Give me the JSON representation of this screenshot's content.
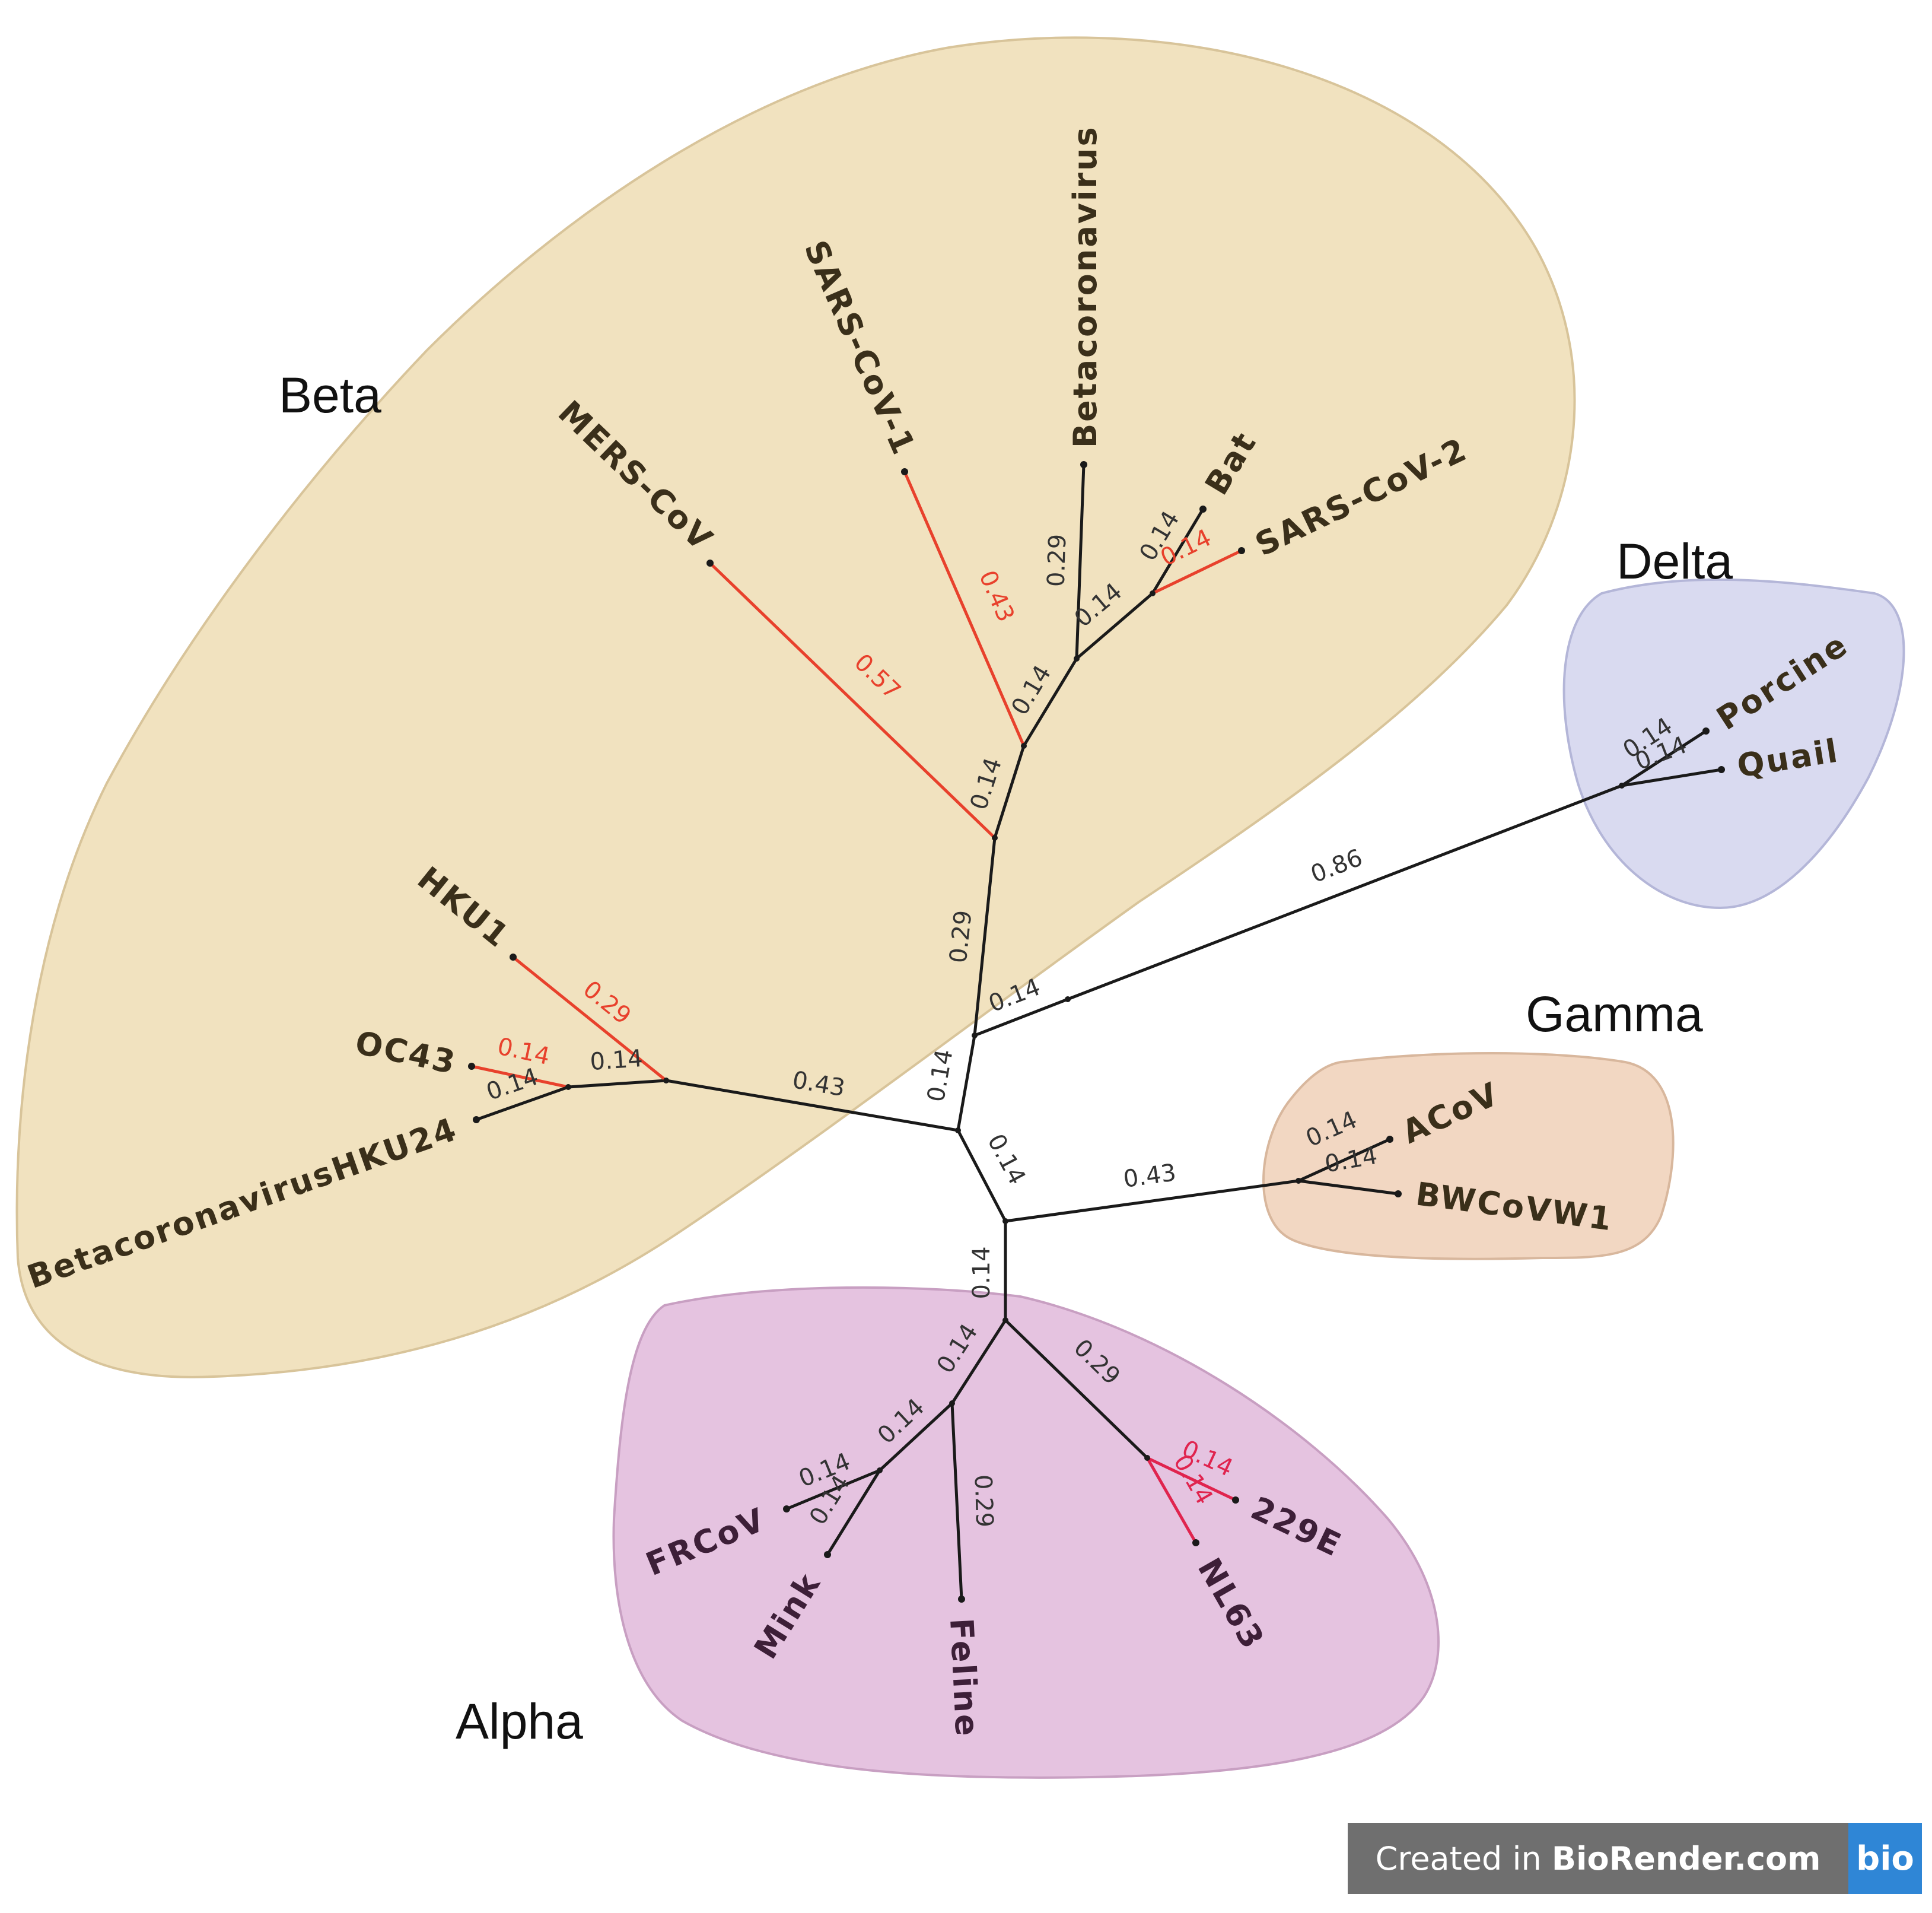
{
  "clades": {
    "beta": {
      "label": "Beta",
      "fill": "#f1e2bf",
      "stroke": "#d8c49a"
    },
    "delta": {
      "label": "Delta",
      "fill": "#d9daf0",
      "stroke": "#b4b6d8"
    },
    "gamma": {
      "label": "Gamma",
      "fill": "#f2d7c2",
      "stroke": "#d8b79d"
    },
    "alpha": {
      "label": "Alpha",
      "fill": "#e5c3e0",
      "stroke": "#c89fc2"
    }
  },
  "colors": {
    "branch": "#1a1a1a",
    "highlight": "#e8412c",
    "alpha_highlight": "#e0244e",
    "leaf_text": "#3a2f1a",
    "alpha_leaf_text": "#3d1f38"
  },
  "branch_lengths": {
    "mers": "0.57",
    "sars1": "0.43",
    "betacorona": "0.29",
    "bat": "0.14",
    "sars2": "0.14",
    "bat_sars2_node": "0.14",
    "inner_1": "0.14",
    "inner_2": "0.14",
    "beta_stem": "0.29",
    "delta_link": "0.14",
    "delta_stem": "0.86",
    "porcine": "0.14",
    "quail": "0.14",
    "hku1": "0.29",
    "oc43": "0.14",
    "hku24": "0.14",
    "embeco_node": "0.14",
    "embeco_stem": "0.43",
    "center_up": "0.14",
    "center_down": "0.14",
    "gamma_stem": "0.43",
    "acov": "0.14",
    "bwcov": "0.14",
    "alpha_stem": "0.14",
    "alpha_left": "0.14",
    "alpha_right": "0.29",
    "frcov_node": "0.14",
    "frcov": "0.14",
    "mink": "0.14",
    "feline": "0.29",
    "e229": "0.14",
    "nl63": "0.14"
  },
  "leaves": {
    "betacoronavirus": "Betacoronavirus",
    "sars_cov_1": "SARS-CoV-1",
    "mers_cov": "MERS-CoV",
    "bat": "Bat",
    "sars_cov_2": "SARS-CoV-2",
    "porcine": "Porcine",
    "quail": "Quail",
    "hku1": "HKU1",
    "oc43": "OC43",
    "hku24": "BetacoronavirusHKU24",
    "acov": "ACoV",
    "bwcovw1": "BWCoVW1",
    "frcov": "FRCoV",
    "mink": "Mink",
    "feline": "Feline",
    "e229": "229E",
    "nl63": "NL63"
  },
  "badge": {
    "prefix": "Created in ",
    "brand": "BioRender.com",
    "logo": "bio"
  }
}
